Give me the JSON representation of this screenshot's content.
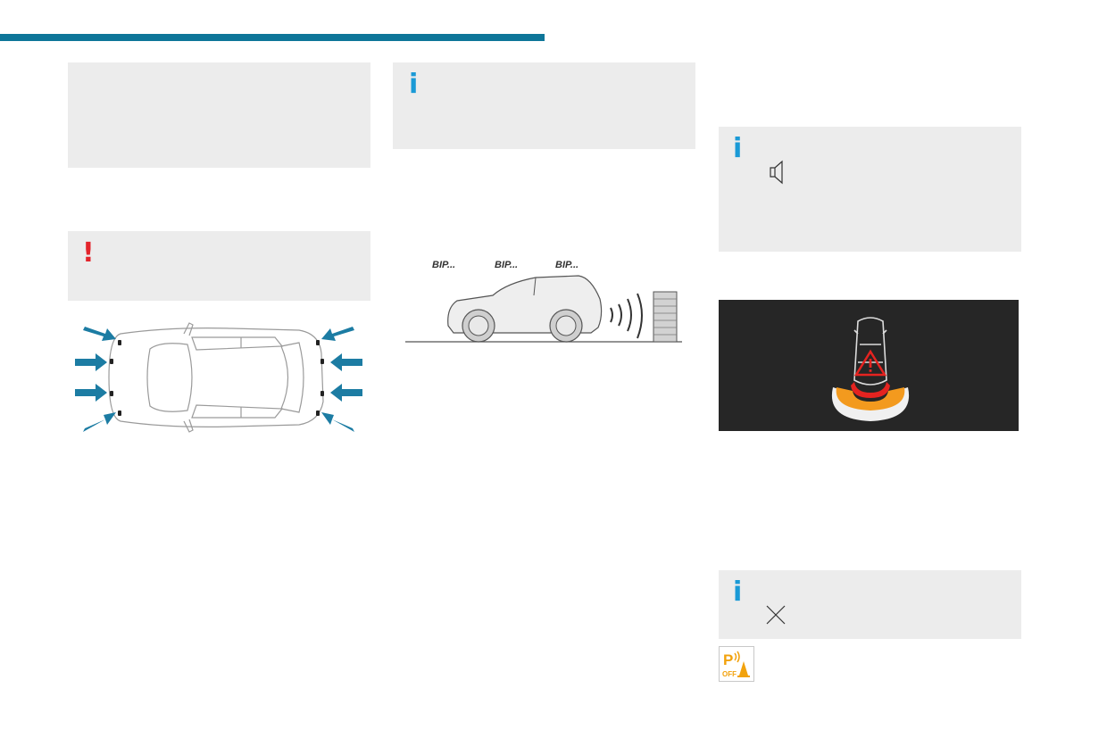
{
  "colors": {
    "accent_bar": "#0e7699",
    "info_icon": "#1a9ad6",
    "warning_icon": "#e3242b",
    "arrow": "#1c7ca3",
    "panel_bg": "#ececec",
    "screen_bg": "#262626",
    "zone_red": "#e52320",
    "zone_orange": "#f39a1e",
    "icon_yellow": "#f2a20c"
  },
  "icons": {
    "info": "i",
    "warning": "!"
  },
  "illustration": {
    "bip_labels": [
      "BIP...",
      "BIP...",
      "BIP..."
    ]
  },
  "parking_off_icon": {
    "letter": "P",
    "label": "OFF"
  }
}
